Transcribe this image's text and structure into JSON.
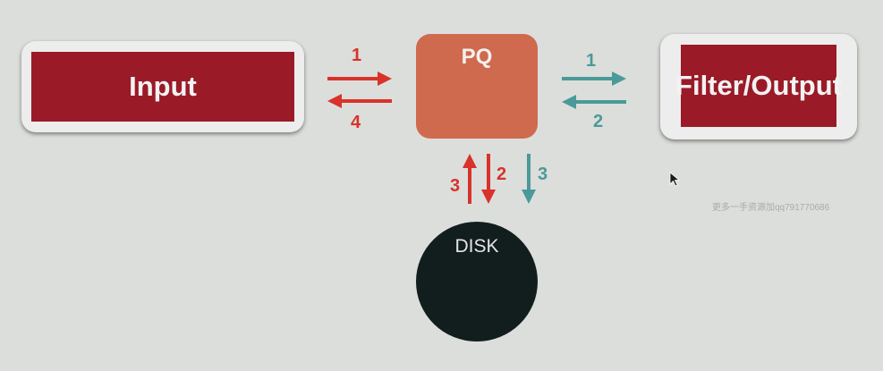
{
  "nodes": {
    "input": "Input",
    "pq": "PQ",
    "filter_line1": "Filter/",
    "filter_line2": "Output",
    "disk": "DISK"
  },
  "arrows": {
    "input_to_pq": "1",
    "pq_to_input": "4",
    "pq_to_filter": "1",
    "filter_to_pq": "2",
    "disk_to_pq": "3",
    "pq_to_disk_red": "2",
    "pq_to_disk_teal": "3"
  },
  "watermark": "更多一手资源加qq791770686",
  "colors": {
    "background": "#dcdedb",
    "dark_red": "#9a1a28",
    "pq_orange": "#cf6a4f",
    "arrow_red": "#d8322a",
    "arrow_teal": "#4a9a99",
    "disk": "#121e1e"
  },
  "icons": {
    "cursor": "mouse-pointer-icon"
  }
}
